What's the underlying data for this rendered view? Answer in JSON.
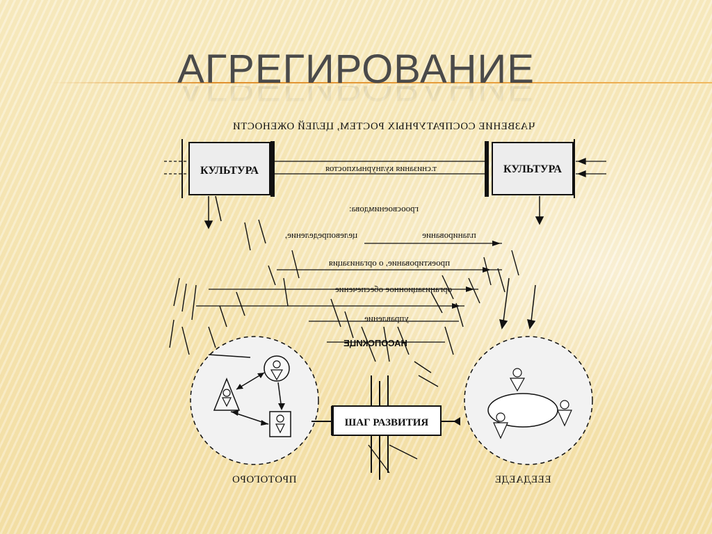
{
  "slide": {
    "title": "АГРЕГИРОВАНИЕ"
  },
  "diagram": {
    "top_caption": "ЧАЗВЕНИЕ СОСПРАТУРНЫХ РОСТЕМ, ЦЕЛЕЙ ОЖЕНОСТИ",
    "culture_left": "КУЛЬТУРА",
    "culture_right": "КУЛЬТУРА",
    "culture_link": "т.снизания кулнурныхпостоя",
    "process_heading": "гроосвоенимдова:",
    "steps": [
      "целевопределение,",
      "планирование",
      "проектирование, о организация",
      "организационное обеспечение",
      "управление",
      "НАСОПСКИЦЕ"
    ],
    "step_center": "ШАГ РАЗВИТИЯ",
    "bottom_left": "ПРОТОГОРО",
    "bottom_right": "ЕЕЕДАЕДЕ"
  },
  "colors": {
    "title": "#4a4a4a",
    "accent_rule": "#e0902e",
    "ink": "#111111",
    "circle_fill": "#f2f2f2",
    "box_fill": "#eeeeee"
  }
}
